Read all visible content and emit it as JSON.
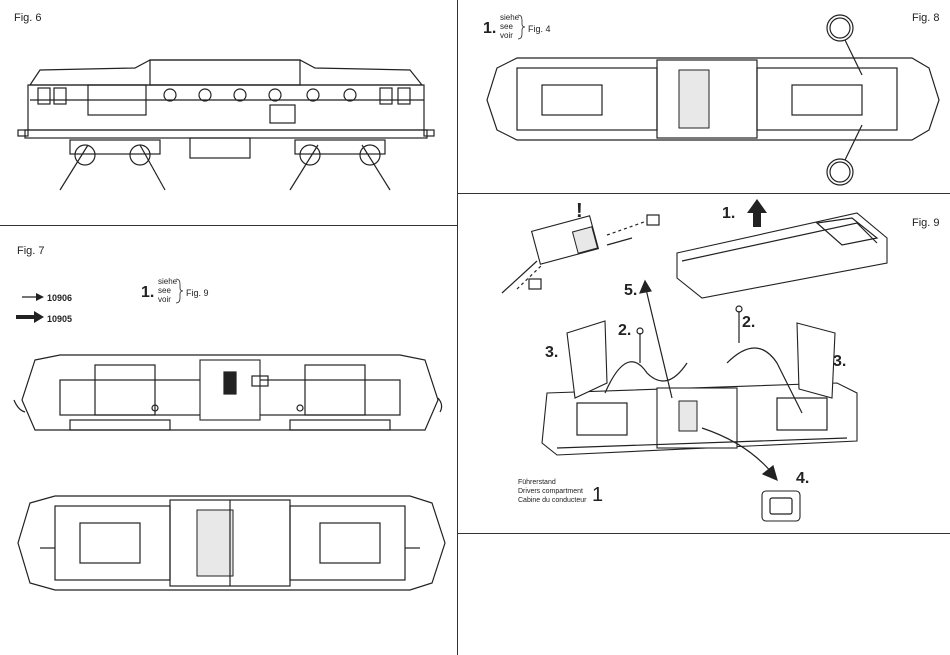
{
  "figures": {
    "fig6": {
      "label": "Fig. 6"
    },
    "fig7": {
      "label": "Fig. 7",
      "legend": [
        {
          "code": "10906"
        },
        {
          "code": "10905"
        }
      ],
      "step": {
        "number": "1.",
        "words": [
          "siehe",
          "see",
          "voir"
        ],
        "ref": "Fig. 9"
      }
    },
    "fig8": {
      "label": "Fig. 8",
      "step": {
        "number": "1.",
        "words": [
          "siehe",
          "see",
          "voir"
        ],
        "ref": "Fig. 4"
      }
    },
    "fig9": {
      "label": "Fig. 9",
      "warning": "!",
      "steps": {
        "s1": "1.",
        "s2a": "2.",
        "s2b": "2.",
        "s3a": "3.",
        "s3b": "3.",
        "s4": "4.",
        "s5": "5."
      },
      "cab_caption": {
        "lines": [
          "Führerstand",
          "Drivers compartment",
          "Cabine du conducteur"
        ],
        "number": "1"
      }
    }
  }
}
